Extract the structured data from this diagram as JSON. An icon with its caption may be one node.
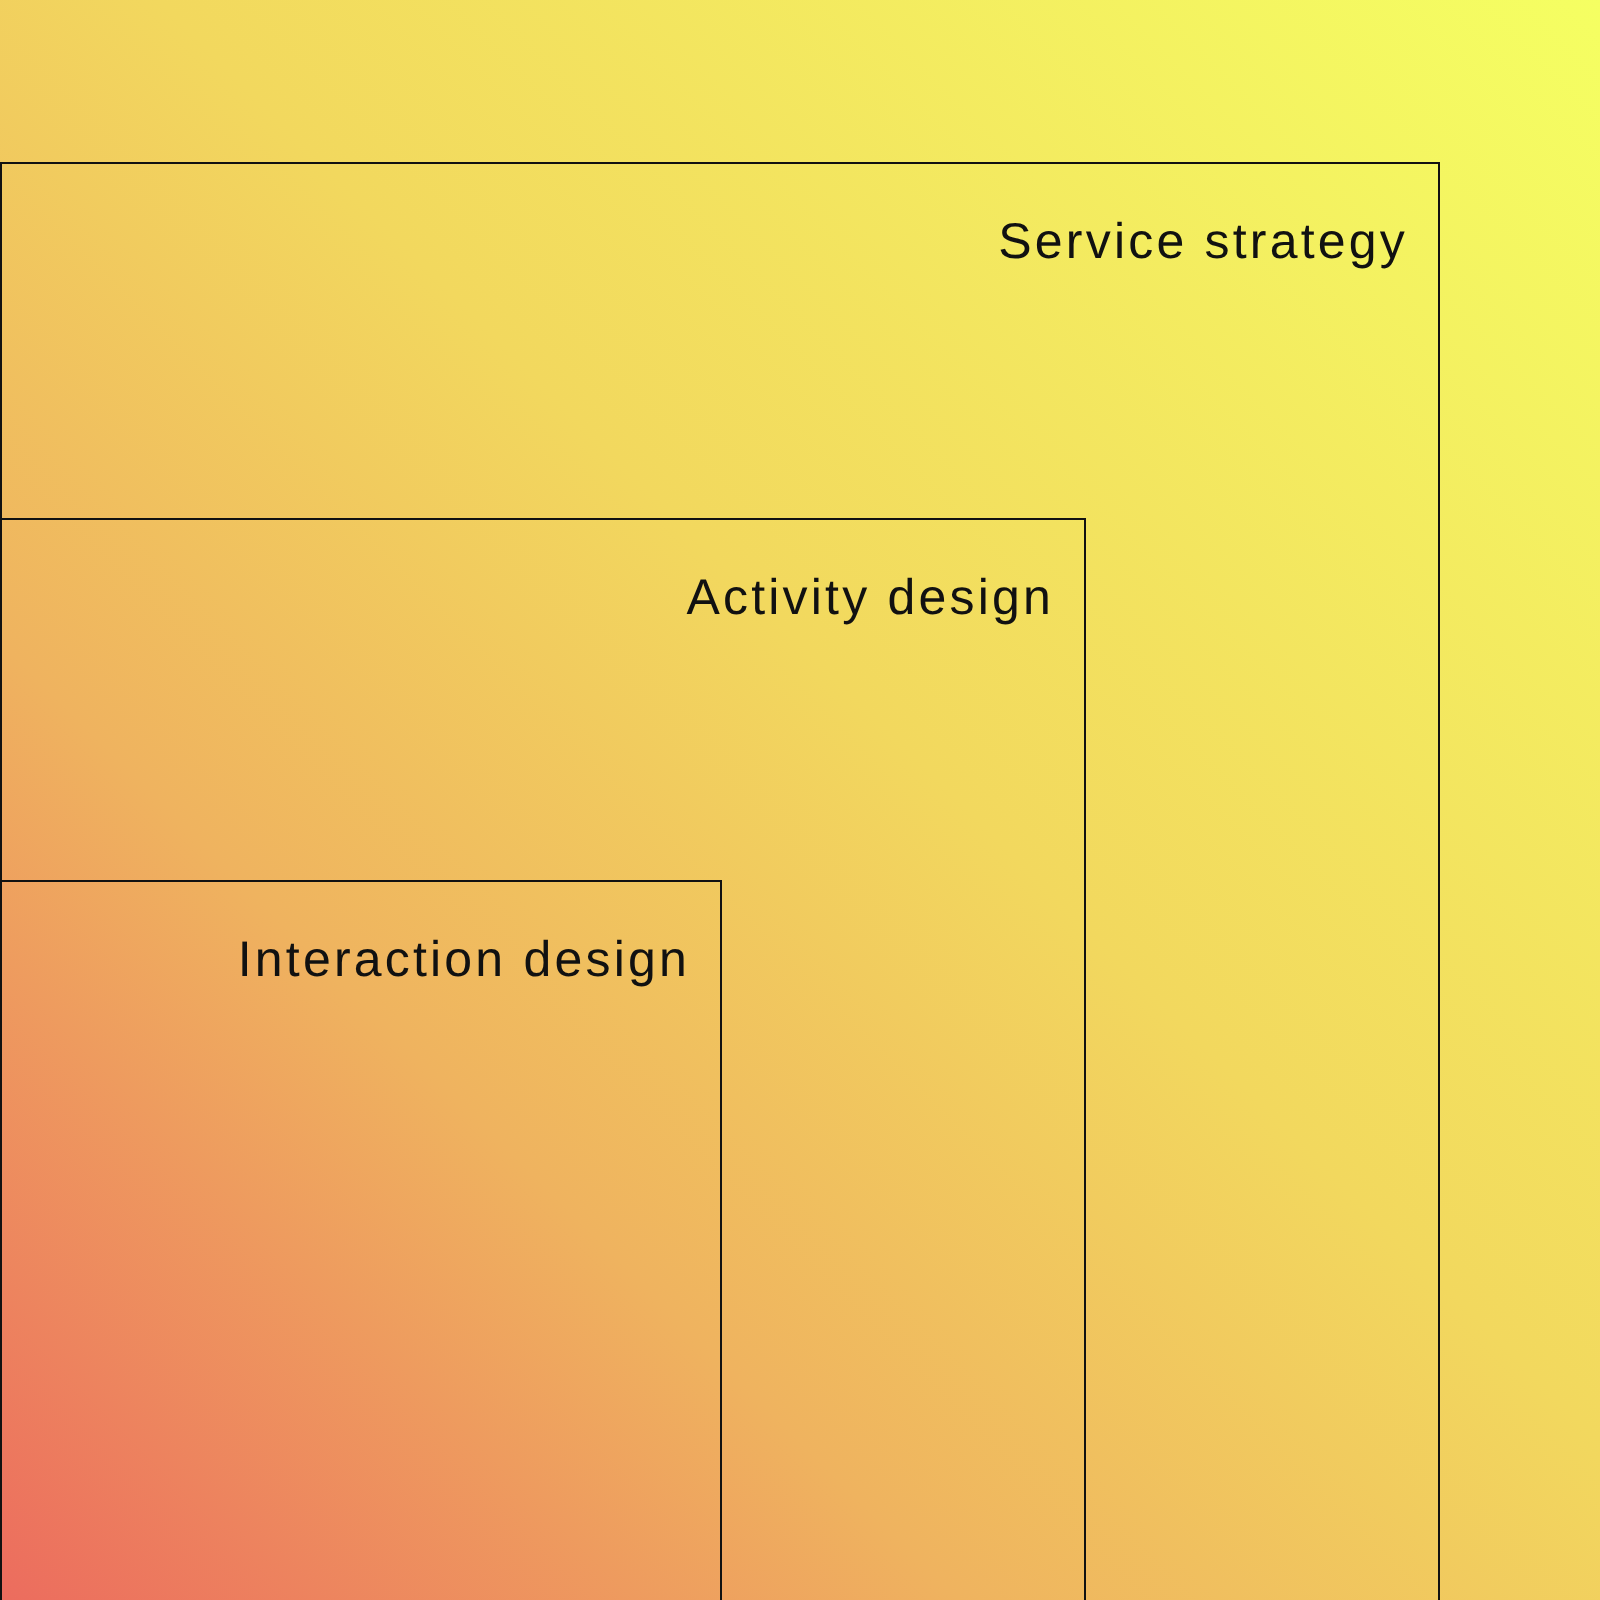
{
  "diagram": {
    "nodes": [
      {
        "text": [
          "Service strategy"
        ]
      },
      {
        "text": [
          "Activity design"
        ],
        "in": 0
      },
      {
        "text": [
          "Interaction design"
        ],
        "in": 1
      }
    ]
  }
}
